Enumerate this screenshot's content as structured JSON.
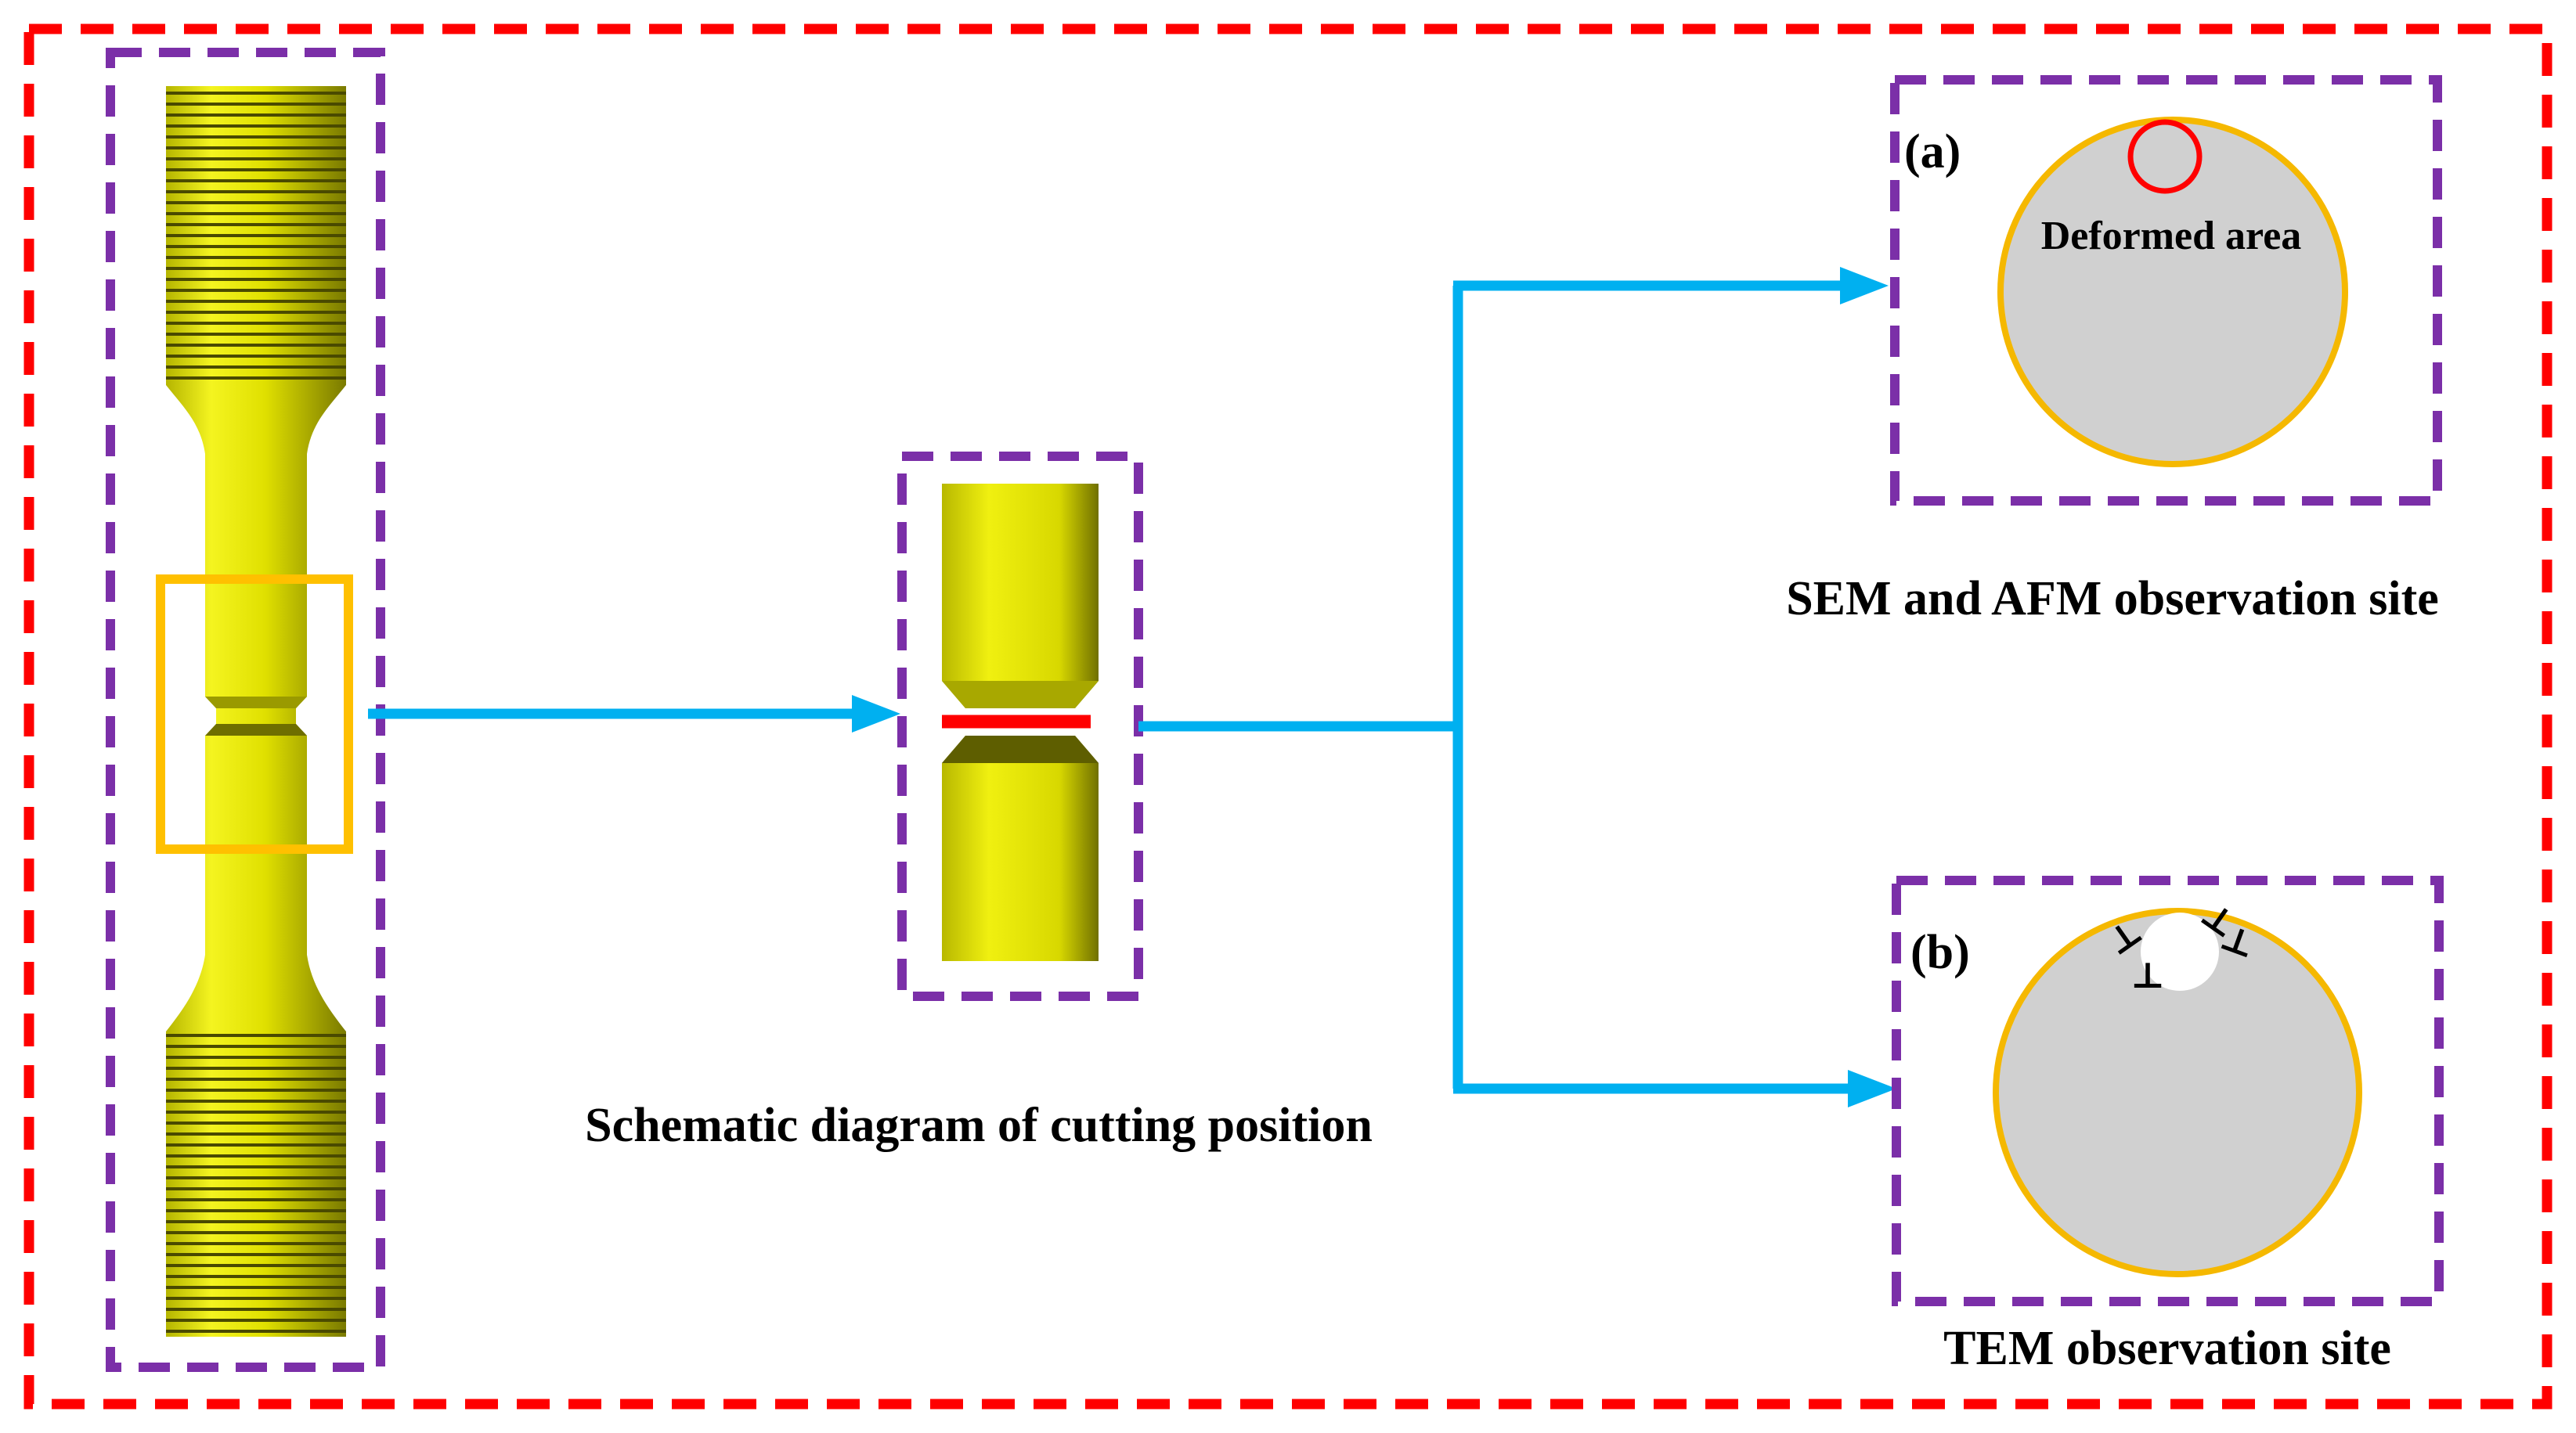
{
  "labels": {
    "panel_a": "(a)",
    "panel_b": "(b)",
    "deformed_area": "Deformed area",
    "sem_afm_site": "SEM and AFM observation site",
    "cutting_position": "Schematic diagram of cutting position",
    "tem_site": "TEM observation site"
  },
  "colors": {
    "outer_border": "#ff0000",
    "inner_border": "#7b2fa8",
    "arrow": "#00b0f0",
    "specimen": "#e6e600",
    "specimen_dark": "#8a8a00",
    "highlight_box": "#ffc000",
    "disc_fill": "#d0d0d0",
    "disc_edge": "#f5b800",
    "cut_line": "#ff0000",
    "deformed_marker": "#ff0000",
    "dislocation": "#000000"
  },
  "icons": {
    "dislocation_symbol": "⊥"
  }
}
